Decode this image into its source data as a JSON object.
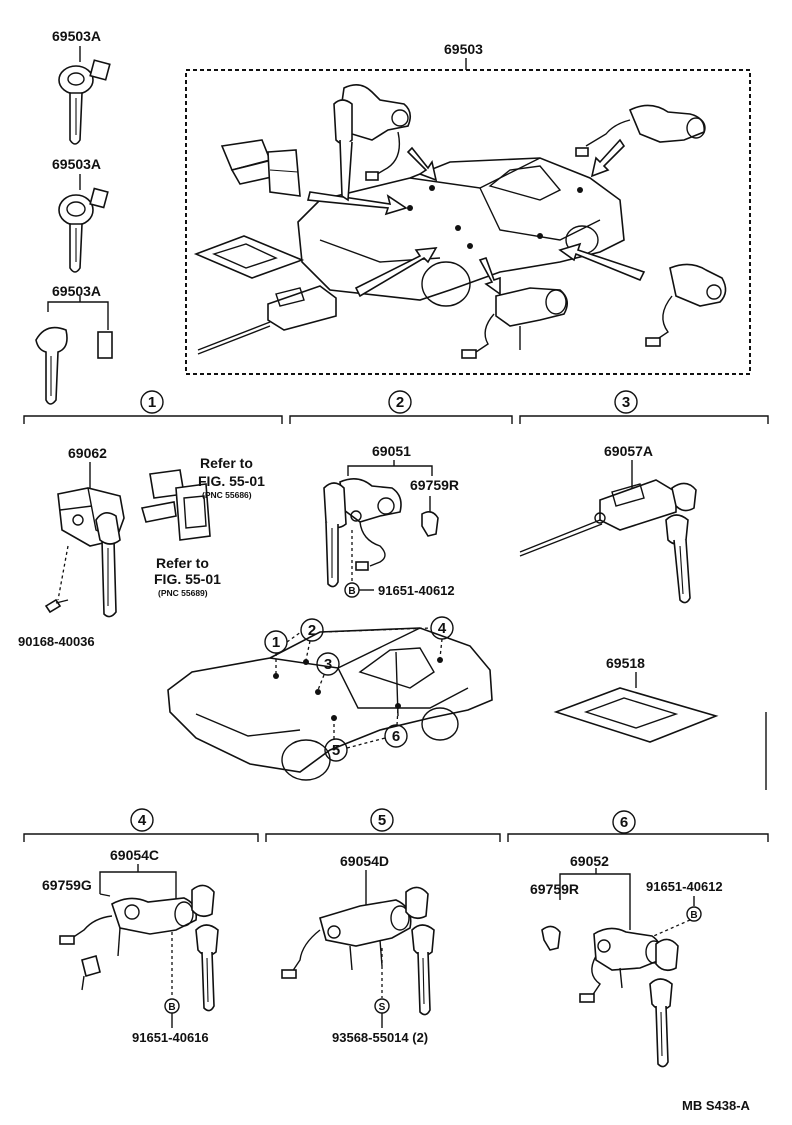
{
  "labels": {
    "top_key_1": "69503A",
    "top_key_2": "69503A",
    "top_key_3": "69503A",
    "top_set": "69503",
    "g1_lock": "69062",
    "refer1_a": "Refer to",
    "refer1_b": "FIG. 55-01",
    "refer1_c": "(PNC 55686)",
    "refer2_a": "Refer to",
    "refer2_b": "FIG. 55-01",
    "refer2_c": "(PNC 55689)",
    "g1_screw": "90168-40036",
    "g2_cyl": "69051",
    "g2_clip": "69759R",
    "g2_bolt": "91651-40612",
    "g3_cyl": "69057A",
    "plate": "69518",
    "g4_cyl": "69054C",
    "g4_clip": "69759G",
    "g4_bolt": "91651-40616",
    "g5_cyl": "69054D",
    "g5_screw": "93568-55014 (2)",
    "g6_cyl": "69052",
    "g6_clip": "69759R",
    "g6_bolt": "91651-40612",
    "footer": "MB  S438-A"
  },
  "markers": {
    "c1": "1",
    "c2": "2",
    "c3": "3",
    "c4": "4",
    "c5": "5",
    "c6": "6",
    "bolt_b": "B",
    "screw_s": "S"
  },
  "icons": [
    "key-icon",
    "door-lock-cylinder-icon",
    "ignition-cylinder-icon",
    "trunk-cylinder-icon",
    "car-icon",
    "plate-icon",
    "bolt-icon",
    "clip-icon"
  ]
}
